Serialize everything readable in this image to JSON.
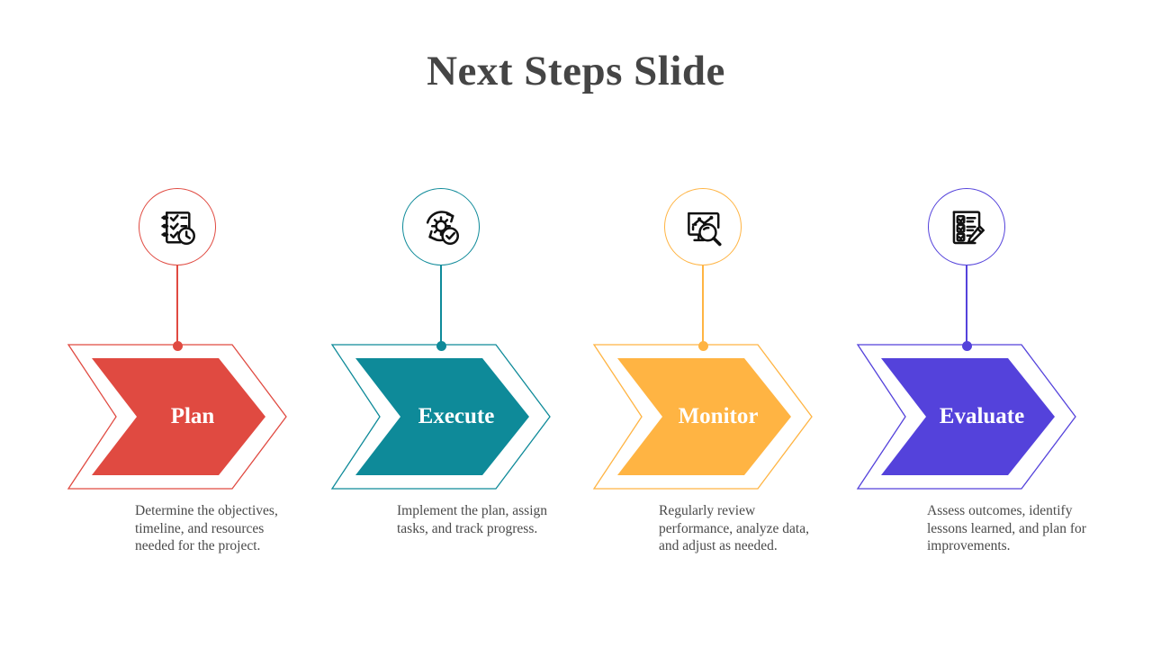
{
  "slide": {
    "title": "Next Steps Slide",
    "background_color": "#FFFFFF",
    "title_color": "#454545"
  },
  "steps": [
    {
      "label": "Plan",
      "caption": "Determine the objectives, timeline, and resources needed for the project.",
      "accent_color": "#E04A41",
      "icon": "checklist-clock-icon"
    },
    {
      "label": "Execute",
      "caption": "Implement the plan, assign tasks, and track progress.",
      "accent_color": "#0E8A99",
      "icon": "gear-refresh-check-icon"
    },
    {
      "label": "Monitor",
      "caption": "Regularly review performance, analyze data, and adjust as needed.",
      "accent_color": "#FFB443",
      "icon": "chart-monitor-magnifier-icon"
    },
    {
      "label": "Evaluate",
      "caption": "Assess outcomes, identify lessons learned, and plan for improvements.",
      "accent_color": "#5442DB",
      "icon": "checklist-pencil-icon"
    }
  ]
}
